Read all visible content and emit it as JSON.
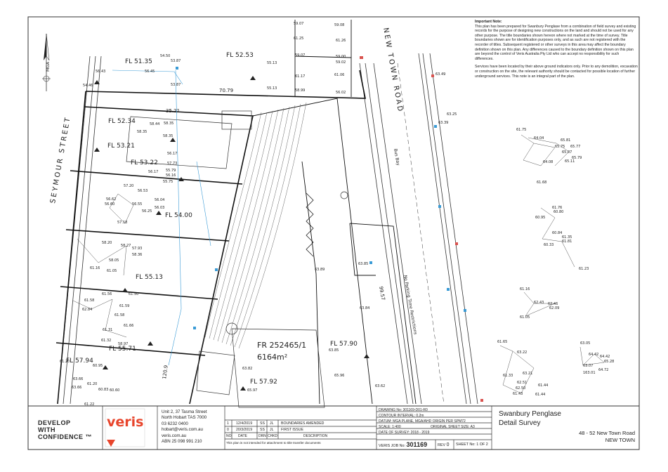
{
  "notes": {
    "heading": "Important Note:",
    "para1": "This plan has been prepared for Swanbury Penglase from a combination of field survey and existing records for the purpose of designing new constructions on the land and should not be used for any other purpose. The title boundaries shown hereon where not marked at the time of survey. Title boundaries shown are for identification purposes only, and as such are not registered with the recorder of titles. Subsequent registered or other surveys in this area may affect the boundary definition shown on this plan. Any differences caused to the boundary definition shown on this plan are beyond the control of Veris Australia Pty Ltd who can accept no responsibility for such differences.",
    "para2": "Services have been located by their above ground indicators only. Prior to any demolition, excavation or construction on the site, the relevant authority should be contacted for possible location of further underground services. This note is an integral part of the plan."
  },
  "streets": {
    "seymour": "SEYMOUR STREET",
    "new_town": "NEW TOWN ROAD",
    "bus_bay": "Bus Bay",
    "no_parking": "No Parking Time Restrictions"
  },
  "north": "MGA",
  "parcel": {
    "id": "FR 252465/1",
    "area": "6164m²"
  },
  "floor_levels": [
    "FL 51.35",
    "FL 52.53",
    "FL 52.34",
    "FL 53.21",
    "FL 53.22",
    "FL 54.00",
    "FL 55.13",
    "FL 55.71",
    "FL 57.90",
    "FL 57.94",
    "FL 57.92"
  ],
  "dims": [
    "70.79",
    "35.21",
    "99.57",
    "120.9"
  ],
  "spot_levels": {
    "a": [
      "54.50",
      "53.87",
      "56.45",
      "54.46",
      "56.43",
      "53.87"
    ],
    "b": [
      "59.07",
      "59.08",
      "61.25",
      "61.26",
      "59.07",
      "59.00",
      "59.02",
      "61.17",
      "61.06",
      "58.99",
      "56.02",
      "55.13",
      "55.13"
    ],
    "c": [
      "58.44",
      "58.35",
      "58.35",
      "58.35",
      "56.17",
      "57.73",
      "56.17",
      "55.79",
      "56.16",
      "55.75"
    ],
    "d": [
      "57.20",
      "56.53",
      "56.62",
      "56.60",
      "56.04",
      "56.55",
      "56.03",
      "56.25",
      "57.18"
    ],
    "e": [
      "58.20",
      "58.27",
      "57.93",
      "58.36",
      "58.05",
      "61.16",
      "61.05"
    ],
    "f": [
      "61.56",
      "61.50",
      "61.58",
      "61.59",
      "62.84",
      "61.58",
      "61.66",
      "61.31",
      "61.32",
      "58.97"
    ],
    "g": [
      "61.20",
      "60.95",
      "63.66",
      "61.20",
      "63.66",
      "60.83",
      "60.60",
      "61.22"
    ],
    "h": [
      "63.49",
      "63.25",
      "63.39"
    ],
    "i": [
      "61.75",
      "64.04",
      "65.81",
      "65.75",
      "65.77",
      "65.07",
      "65.79",
      "65.11",
      "64.08",
      "61.68"
    ],
    "j": [
      "61.76",
      "60.80",
      "60.95",
      "60.84",
      "61.35",
      "60.33",
      "61.81",
      "61.23"
    ],
    "k": [
      "61.16",
      "62.46",
      "62.43",
      "62.09",
      "61.05"
    ],
    "l": [
      "61.65",
      "63.22",
      "63.05",
      "64.42",
      "64.42",
      "65.28",
      "63.07",
      "64.72",
      "163.01",
      "61.33",
      "63.21",
      "62.51",
      "61.44",
      "62.50",
      "61.43",
      "61.44"
    ],
    "m": [
      "63.89",
      "63.85",
      "63.84",
      "65.96",
      "63.82",
      "65.97",
      "63.62",
      "63.85"
    ]
  },
  "title_block": {
    "brand_tagline_1": "DEVELOP",
    "brand_tagline_2": "WITH",
    "brand_tagline_3": "CONFIDENCE ™",
    "logo": "veris",
    "address": [
      "Unit 2, 37 Tasma Street",
      "North Hobart TAS 7000",
      "03 6232 0400",
      "hobart@veris.com.au",
      "veris.com.au",
      "ABN 25 098 991 210"
    ],
    "revisions": [
      {
        "no": "1",
        "date": "12/4/2019",
        "drn": "SS",
        "chkd": "JL",
        "desc": "BOUNDARIES AMENDED"
      },
      {
        "no": "0",
        "date": "20/3/2019",
        "drn": "SS",
        "chkd": "JL",
        "desc": "FIRST ISSUE"
      }
    ],
    "rev_headers": {
      "no": "NO",
      "date": "DATE",
      "drn": "DRN",
      "chkd": "CHKD",
      "desc": "DESCRIPTION"
    },
    "disclaimer": "This plan is not intended for attachment to title transfer documents",
    "drawing_no": "DRAWING No: 301169-D01-R0",
    "contour": "CONTOUR INTERVAL: 0.2m",
    "datum": "DATUM: MGA PLANE, MGA/AHD ORIGIN PER SPM72",
    "scale": "SCALE: 1:400",
    "sheet_size": "ORIGINAL SHEET SIZE: A3",
    "survey_date": "DATE OF SURVEY: 2018 - 2019",
    "job_label": "VERIS JOB No:",
    "job_no": "301169",
    "rev_label": "REV",
    "rev_no": "0",
    "sheet_label": "SHEET No: 1 OF 2",
    "client": "Swanbury Penglase",
    "title": "Detail Survey",
    "address_line": "48 - 52 New Town Road",
    "suburb": "NEW TOWN"
  },
  "colors": {
    "line": "#2a2a2a",
    "boundary": "#111111",
    "service": "#3a9bd6",
    "marker": "#d9534f",
    "logo": "#e8452c"
  }
}
